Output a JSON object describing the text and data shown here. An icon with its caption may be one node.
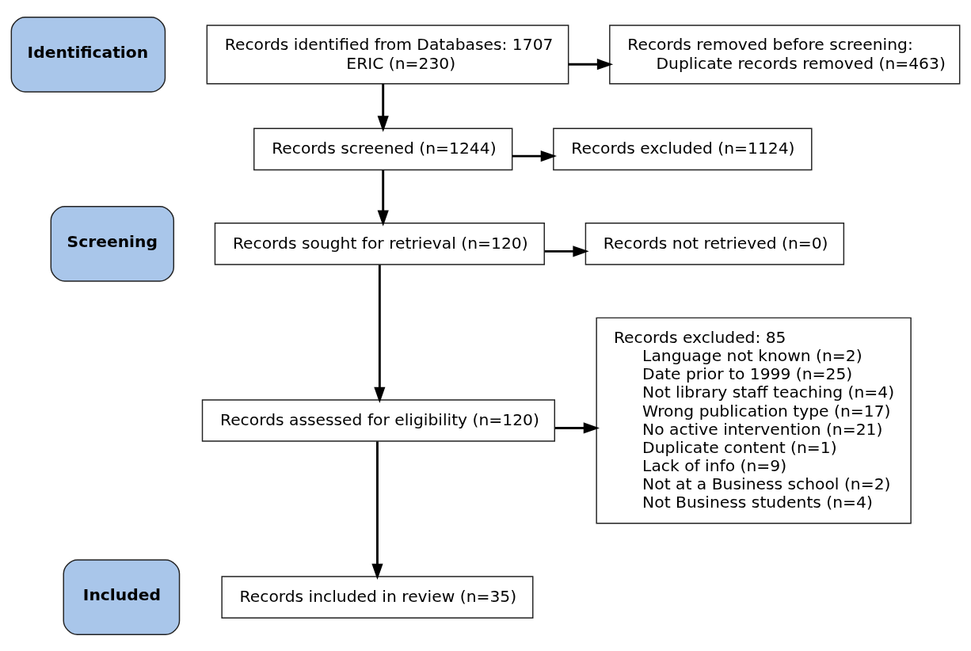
{
  "diagram": {
    "nodes": [
      {
        "text": [
          "Identification"
        ]
      },
      {
        "text": [
          "Screening"
        ]
      },
      {
        "text": [
          "Included"
        ]
      },
      {
        "text": [
          "Records identified from Databases: 1707",
          "ERIC (n=230)"
        ]
      },
      {
        "text": [
          "Records removed before screening:",
          "Duplicate records removed (n=463)"
        ]
      },
      {
        "text": [
          "Records screened (n=1244)"
        ]
      },
      {
        "text": [
          "Records excluded (n=1124)"
        ]
      },
      {
        "text": [
          "Records sought for retrieval (n=120)"
        ]
      },
      {
        "text": [
          "Records not retrieved (n=0)"
        ]
      },
      {
        "text": [
          "Records assessed for eligibility (n=120)"
        ]
      },
      {
        "text": [
          "Records excluded: 85",
          "Language not known (n=2)",
          "Date prior to 1999 (n=25)",
          "Not library staff teaching (n=4)",
          "Wrong publication type (n=17)",
          "No active intervention (n=21)",
          "Duplicate content (n=1)",
          "Lack of info (n=9)",
          "Not at a Business school (n=2)",
          "Not Business students (n=4)"
        ]
      },
      {
        "text": [
          "Records included in review (n=35)"
        ]
      }
    ],
    "edges": [
      {
        "from": 3,
        "to": 4,
        "arrow": "to"
      },
      {
        "from": 3,
        "to": 5,
        "arrow": "to"
      },
      {
        "from": 5,
        "to": 6,
        "arrow": "to"
      },
      {
        "from": 5,
        "to": 7,
        "arrow": "to"
      },
      {
        "from": 7,
        "to": 8,
        "arrow": "to"
      },
      {
        "from": 7,
        "to": 9,
        "arrow": "to"
      },
      {
        "from": 9,
        "to": 10,
        "arrow": "to"
      },
      {
        "from": 9,
        "to": 11,
        "arrow": "to"
      }
    ]
  }
}
